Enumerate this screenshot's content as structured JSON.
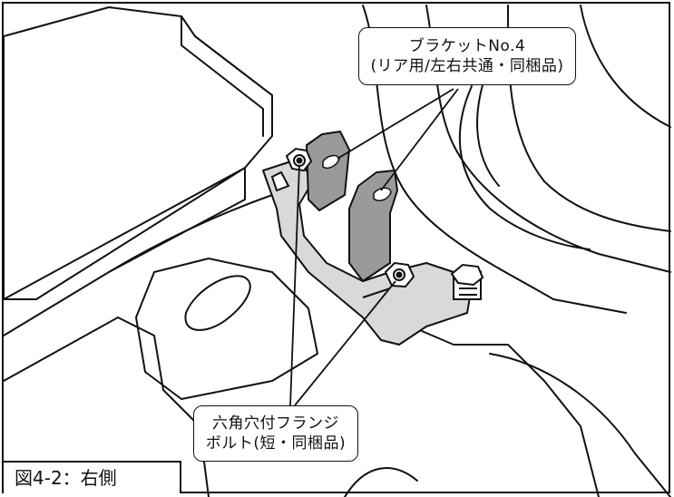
{
  "callouts": {
    "bracket": {
      "line1": "ブラケットNo.4",
      "line2": "(リア用/左右共通・同梱品)"
    },
    "bolt": {
      "line1": "六角穴付フランジ",
      "line2": "ボルト(短・同梱品)"
    }
  },
  "figure": {
    "caption": "図4-2：右側"
  },
  "colors": {
    "line": "#111111",
    "bracket_fill": "#9a9a9a",
    "plate_fill": "#d9d9d9",
    "background": "#ffffff"
  }
}
